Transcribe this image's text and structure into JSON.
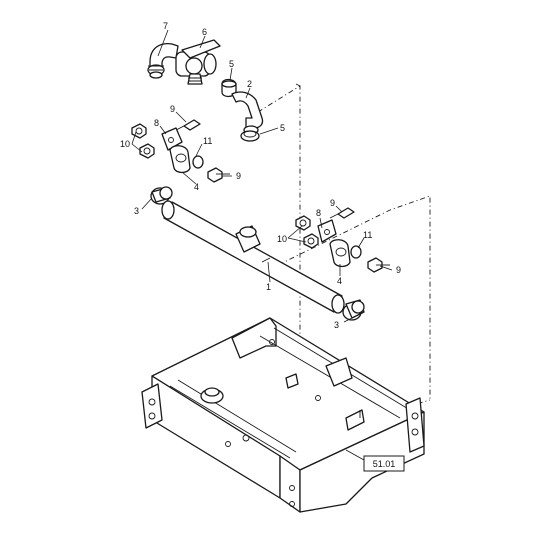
{
  "diagram": {
    "callouts": {
      "c1": "1",
      "c2": "2",
      "c3a": "3",
      "c3b": "3",
      "c4a": "4",
      "c4b": "4",
      "c5a": "5",
      "c5b": "5",
      "c6": "6",
      "c7": "7",
      "c8a": "8",
      "c8b": "8",
      "c9a": "9",
      "c9b": "9",
      "c9c": "9",
      "c9d": "9",
      "c10a": "10",
      "c10b": "10",
      "c11a": "11",
      "c11b": "11"
    },
    "reference_tag": "51.01"
  }
}
